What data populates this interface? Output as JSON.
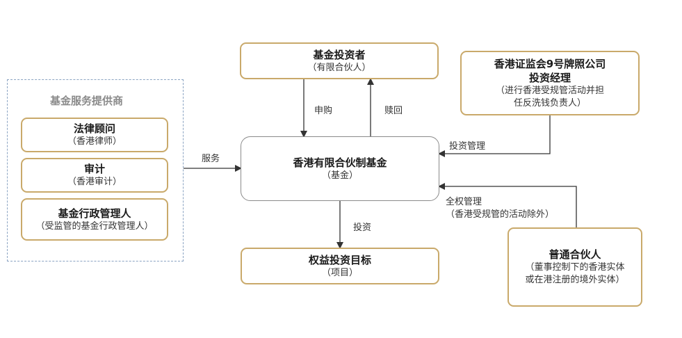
{
  "investor": {
    "title": "基金投资者",
    "sub": "（有限合伙人）"
  },
  "manager": {
    "line1": "香港证监会9号牌照公司",
    "line2": "投资经理",
    "sub1": "（进行香港受规管活动并担",
    "sub2": "任反洗钱负责人）"
  },
  "fund": {
    "title": "香港有限合伙制基金",
    "sub": "（基金）"
  },
  "target": {
    "title": "权益投资目标",
    "sub": "（项目）"
  },
  "gp": {
    "title": "普通合伙人",
    "sub1": "（董事控制下的香港实体",
    "sub2": "或在港注册的境外实体）"
  },
  "providers": {
    "title": "基金服务提供商",
    "legal": {
      "title": "法律顾问",
      "sub": "（香港律师）"
    },
    "audit": {
      "title": "审计",
      "sub": "（香港审计）"
    },
    "admin": {
      "title": "基金行政管理人",
      "sub": "（受监管的基金行政管理人）"
    }
  },
  "labels": {
    "subscribe": "申购",
    "redeem": "赎回",
    "service": "服务",
    "invest_mgmt": "投资管理",
    "full_mgmt": "全权管理",
    "full_mgmt_note": "（香港受规管的活动除外）",
    "invest": "投资"
  }
}
